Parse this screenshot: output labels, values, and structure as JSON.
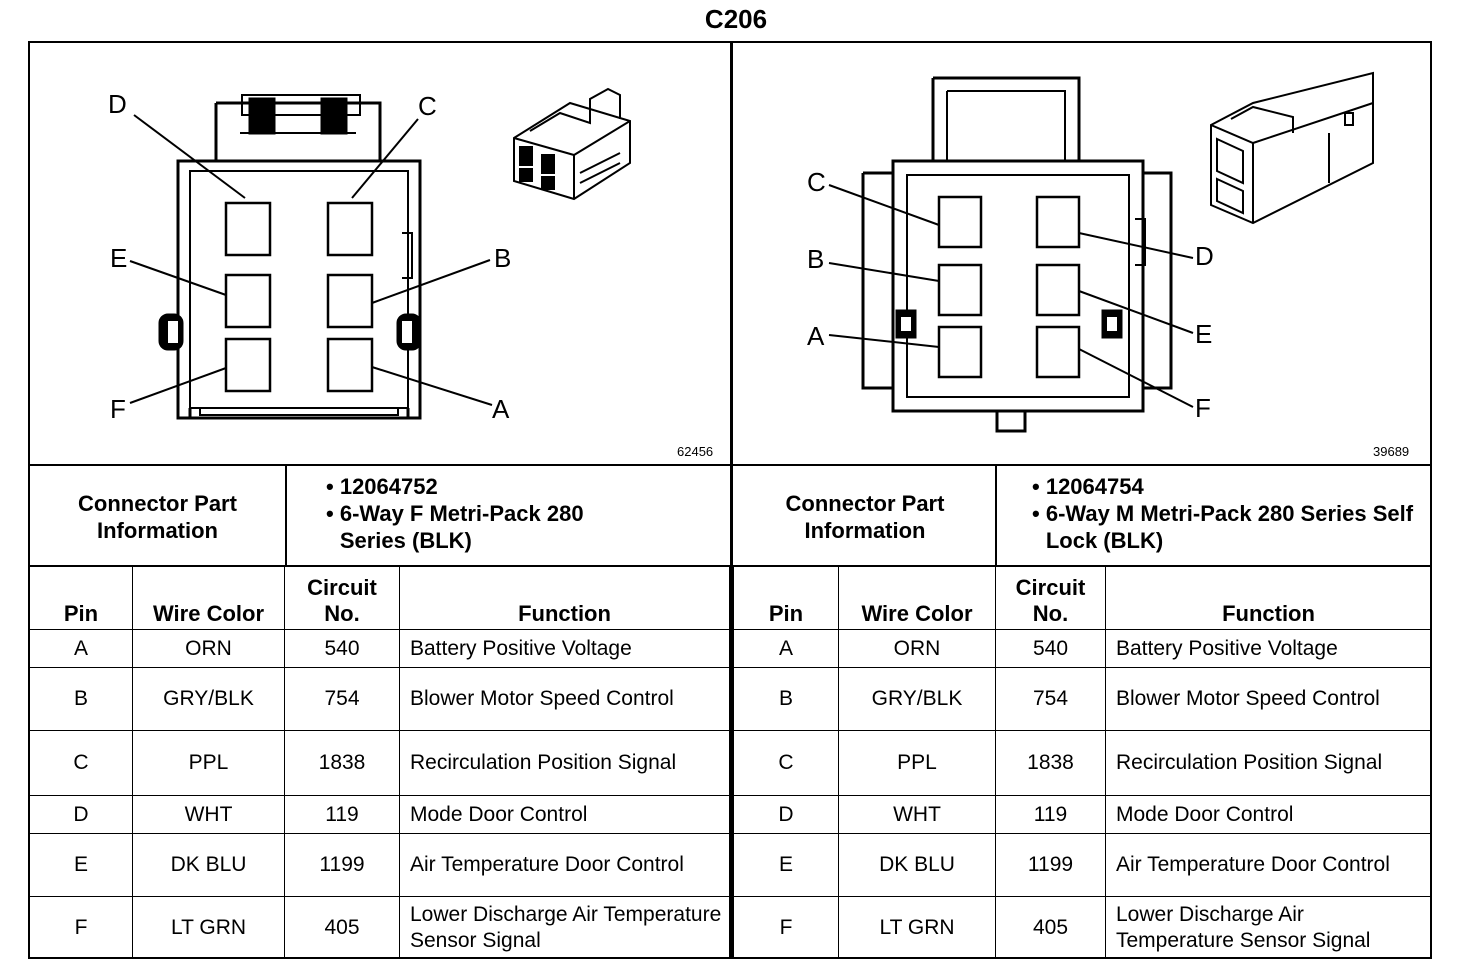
{
  "title": "C206",
  "left": {
    "figure_id": "62456",
    "pin_labels": [
      "D",
      "C",
      "E",
      "B",
      "F",
      "A"
    ],
    "info_label": "Connector Part Information",
    "info_items": [
      "12064752",
      "6-Way F Metri-Pack 280 Series (BLK)"
    ],
    "headers": {
      "pin": "Pin",
      "wire": "Wire Color",
      "circuit": "Circuit No.",
      "function": "Function"
    },
    "rows": [
      {
        "pin": "A",
        "wire": "ORN",
        "circuit": "540",
        "function": "Battery Positive Voltage"
      },
      {
        "pin": "B",
        "wire": "GRY/BLK",
        "circuit": "754",
        "function": "Blower Motor Speed Control"
      },
      {
        "pin": "C",
        "wire": "PPL",
        "circuit": "1838",
        "function": "Recirculation Position Signal"
      },
      {
        "pin": "D",
        "wire": "WHT",
        "circuit": "119",
        "function": "Mode Door Control"
      },
      {
        "pin": "E",
        "wire": "DK BLU",
        "circuit": "1199",
        "function": "Air Temperature Door Control"
      },
      {
        "pin": "F",
        "wire": "LT GRN",
        "circuit": "405",
        "function": "Lower Discharge Air Temperature Sensor Signal"
      }
    ]
  },
  "right": {
    "figure_id": "39689",
    "pin_labels": [
      "C",
      "D",
      "B",
      "E",
      "A",
      "F"
    ],
    "info_label": "Connector Part Information",
    "info_items": [
      "12064754",
      "6-Way M Metri-Pack 280 Series Self Lock (BLK)"
    ],
    "headers": {
      "pin": "Pin",
      "wire": "Wire Color",
      "circuit": "Circuit No.",
      "function": "Function"
    },
    "rows": [
      {
        "pin": "A",
        "wire": "ORN",
        "circuit": "540",
        "function": "Battery Positive Voltage"
      },
      {
        "pin": "B",
        "wire": "GRY/BLK",
        "circuit": "754",
        "function": "Blower Motor Speed Control"
      },
      {
        "pin": "C",
        "wire": "PPL",
        "circuit": "1838",
        "function": "Recirculation Position Signal"
      },
      {
        "pin": "D",
        "wire": "WHT",
        "circuit": "119",
        "function": "Mode Door Control"
      },
      {
        "pin": "E",
        "wire": "DK BLU",
        "circuit": "1199",
        "function": "Air Temperature Door Control"
      },
      {
        "pin": "F",
        "wire": "LT GRN",
        "circuit": "405",
        "function": "Lower Discharge Air Temperature Sensor Signal"
      }
    ]
  }
}
